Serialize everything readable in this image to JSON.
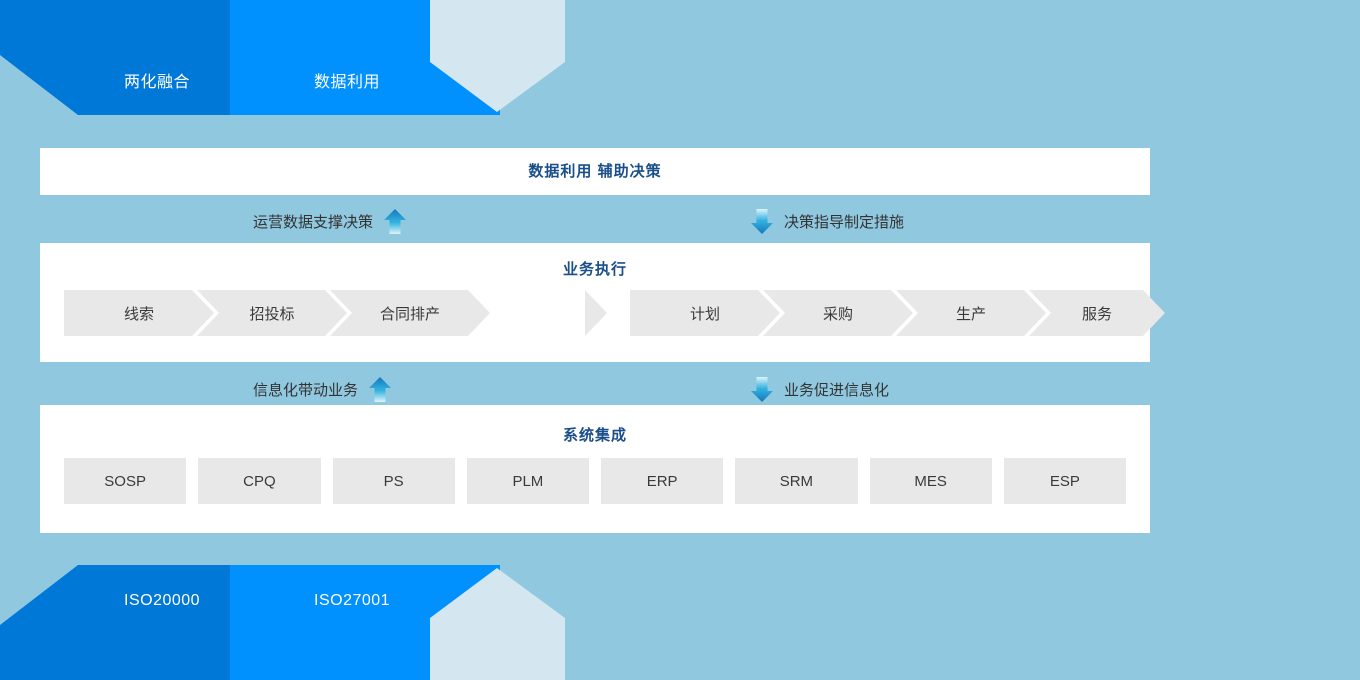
{
  "colors": {
    "background": "#90c8e0",
    "banner_dark": "#0078d7",
    "banner_mid": "#0091ff",
    "banner_pale": "#d4e6f0",
    "panel": "#ffffff",
    "title_text": "#1b4f8a",
    "chip": "#e8e8e8",
    "chip_text": "#3a3a3a",
    "arrow_dark": "#1681c4",
    "arrow_light": "#bfe6f5"
  },
  "top_banner": {
    "labels": [
      {
        "text": "两化融合",
        "name": "banner-label-integration"
      },
      {
        "text": "数据利用",
        "name": "banner-label-data-use"
      }
    ]
  },
  "bottom_banner": {
    "labels": [
      {
        "text": "ISO20000",
        "name": "banner-label-iso20000"
      },
      {
        "text": "ISO27001",
        "name": "banner-label-iso27001"
      }
    ]
  },
  "panel_decision": {
    "title": "数据利用 辅助决策"
  },
  "connector_top": {
    "left": {
      "text": "运营数据支撑决策",
      "arrow": "arrow-up-icon",
      "direction": "up"
    },
    "right": {
      "text": "决策指导制定措施",
      "arrow": "arrow-down-icon",
      "direction": "down"
    }
  },
  "panel_business": {
    "title": "业务执行",
    "left_steps": [
      "线索",
      "招投标",
      "合同排产"
    ],
    "right_steps": [
      "计划",
      "采购",
      "生产",
      "服务"
    ]
  },
  "connector_bottom": {
    "left": {
      "text": "信息化带动业务",
      "arrow": "arrow-up-icon",
      "direction": "up"
    },
    "right": {
      "text": "业务促进信息化",
      "arrow": "arrow-down-icon",
      "direction": "down"
    }
  },
  "panel_systems": {
    "title": "系统集成",
    "systems": [
      "SOSP",
      "CPQ",
      "PS",
      "PLM",
      "ERP",
      "SRM",
      "MES",
      "ESP"
    ]
  }
}
